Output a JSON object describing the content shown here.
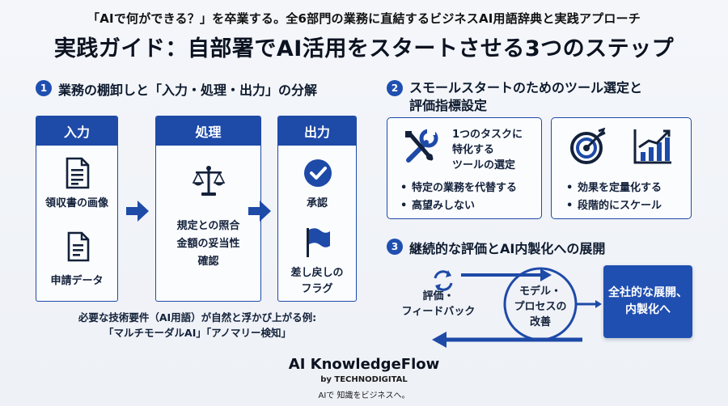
{
  "header": {
    "kicker": "「AIで何ができる？」を卒業する。全6部門の業務に直結するビジネスAI用語辞典と実践アプローチ",
    "title": "実践ガイド：自部署でAI活用をスタートさせる3つのステップ"
  },
  "step1": {
    "num": "1",
    "title": "業務の棚卸しと「入力・処理・出力」の分解",
    "columns": [
      {
        "head": "入力",
        "items": [
          "領収書の画像",
          "申請データ"
        ]
      },
      {
        "head": "処理",
        "items": [
          "規定との照合",
          "金額の妥当性",
          "確認"
        ]
      },
      {
        "head": "出力",
        "items": [
          "承認",
          "差し戻しの",
          "フラグ"
        ]
      }
    ],
    "note_line1": "必要な技術要件（AI用語）が自然と浮かび上がる例:",
    "note_line2": "「マルチモーダルAI」「アノマリー検知」"
  },
  "step2": {
    "num": "2",
    "title_line1": "スモールスタートのためのツール選定と",
    "title_line2": "評価指標設定",
    "left_card": {
      "lead": [
        "1つのタスクに",
        "特化する",
        "ツールの選定"
      ],
      "bullets": [
        "特定の業務を代替する",
        "高望みしない"
      ]
    },
    "right_card": {
      "bullets": [
        "効果を定量化する",
        "段階的にスケール"
      ]
    }
  },
  "step3": {
    "num": "3",
    "title": "継続的な評価とAI内製化への展開",
    "cycle_left": [
      "評価・",
      "フィードバック"
    ],
    "cycle_center": [
      "モデル・",
      "プロセスの",
      "改善"
    ],
    "result": [
      "全社的な展開、",
      "内製化へ"
    ]
  },
  "footer": {
    "brand": "AI KnowledgeFlow",
    "by": "by TECHNODIGITAL",
    "tagline": "AIで 知識をビジネスへ。"
  },
  "colors": {
    "primary": "#1e4aa8",
    "dark": "#0b1220",
    "result_bg": "#1f4fb0"
  }
}
